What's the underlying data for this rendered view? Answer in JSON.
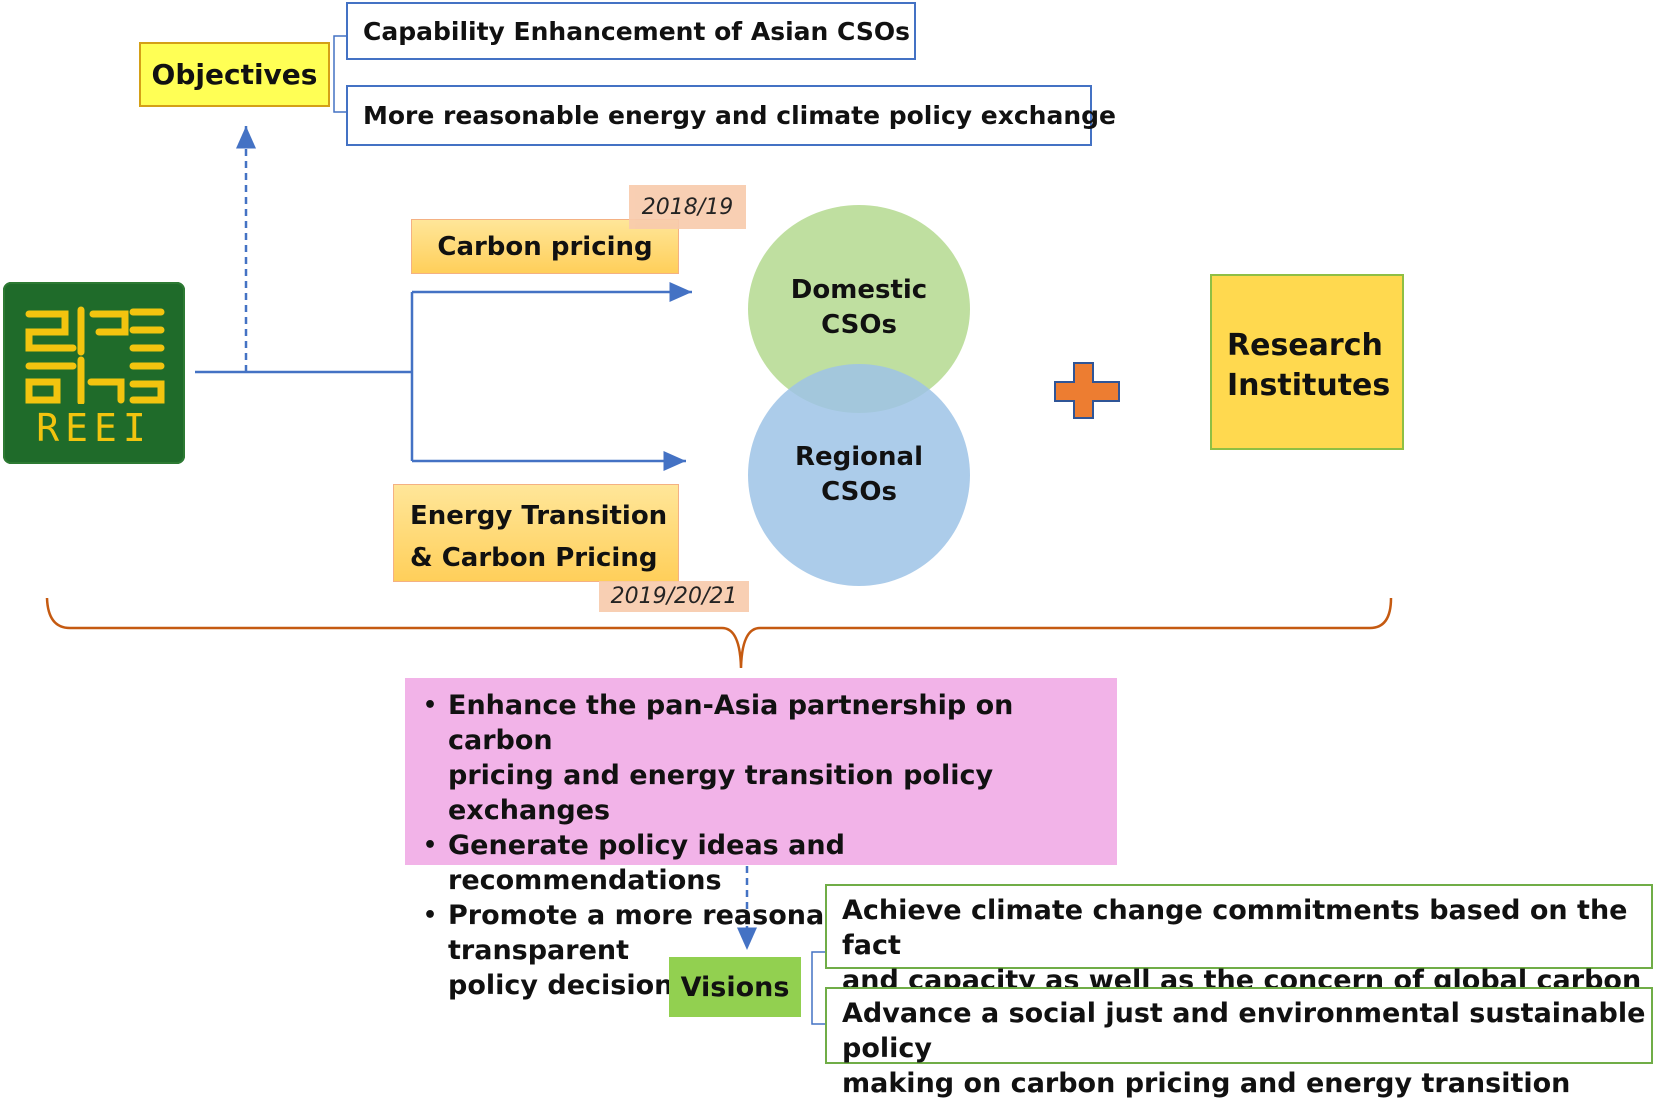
{
  "objectives": {
    "label": "Objectives",
    "items": [
      "Capability Enhancement of Asian CSOs",
      "More reasonable energy and climate policy exchange"
    ]
  },
  "logo": {
    "text": "REEI"
  },
  "phases": [
    {
      "label": "Carbon pricing",
      "years": "2018/19"
    },
    {
      "label_line1": "Energy Transition",
      "label_line2": "& Carbon Pricing",
      "years": "2019/20/21"
    }
  ],
  "circles": {
    "domestic": {
      "line1": "Domestic",
      "line2": "CSOs"
    },
    "regional": {
      "line1": "Regional",
      "line2": "CSOs"
    }
  },
  "research": {
    "line1": "Research",
    "line2": "Institutes"
  },
  "outcomes": {
    "bullets": [
      {
        "line1": "Enhance the pan-Asia partnership on carbon",
        "line2": "pricing and energy transition policy exchanges"
      },
      {
        "line1": "Generate policy ideas and recommendations",
        "line2": ""
      },
      {
        "line1": "Promote a more reasonable and transparent",
        "line2": "policy decision making"
      }
    ]
  },
  "visions": {
    "label": "Visions",
    "items": [
      {
        "line1": "Achieve climate change commitments based on the fact",
        "line2": "and capacity as well as the concern of global carbon budget"
      },
      {
        "line1": "Advance a social just and environmental sustainable policy",
        "line2": "making on carbon pricing and energy transition"
      }
    ]
  },
  "colors": {
    "connector": "#4472c4",
    "brace": "#c55a11",
    "plus": "#ed7d31",
    "logo_bg": "#1f6b2a",
    "logo_fg": "#f2c40f"
  }
}
